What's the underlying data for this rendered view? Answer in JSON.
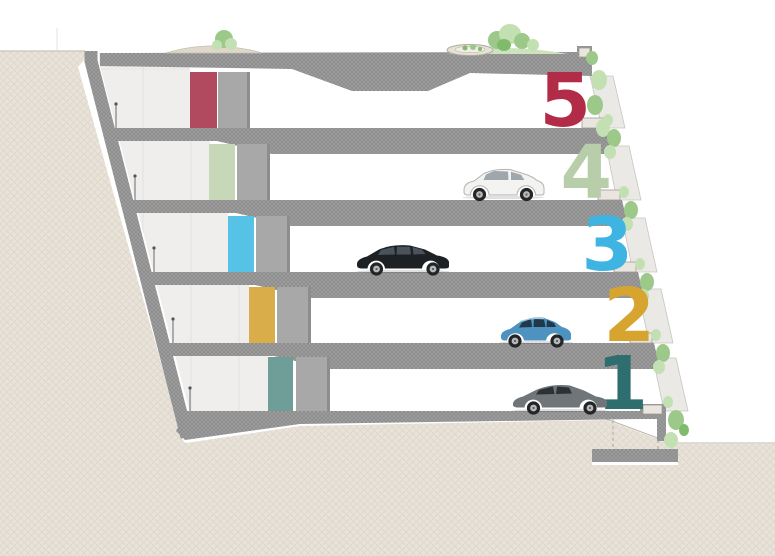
{
  "diagram": {
    "type": "architectural-section",
    "subject": "Hillside multi-storey parking garage cross-section with five stacked parking decks cut into a slope",
    "levels": [
      {
        "number": "5",
        "number_color": "#b22c47",
        "panel_color": "#b24a5f",
        "car": ""
      },
      {
        "number": "4",
        "number_color": "#b8cdaa",
        "panel_color": "#c6d8b8",
        "car": "white SUV",
        "car_color": "#f3f3f1",
        "car_window_color": "#9fa6ac"
      },
      {
        "number": "3",
        "number_color": "#3eb4e2",
        "panel_color": "#56c2e6",
        "car": "black sedan",
        "car_color": "#1e2124",
        "car_window_color": "#4a535b"
      },
      {
        "number": "2",
        "number_color": "#d7a52f",
        "panel_color": "#d9ad4a",
        "car": "blue hatchback",
        "car_color": "#4e93bf",
        "car_window_color": "#203849"
      },
      {
        "number": "1",
        "number_color": "#2f6e6e",
        "panel_color": "#6f9d97",
        "car": "gray fastback",
        "car_color": "#70757a",
        "car_window_color": "#2c3136"
      }
    ],
    "palette": {
      "background": "#ffffff",
      "earth": "#e8e2d8",
      "concrete": "#9e9e9e",
      "wall_face": "#efeeec",
      "facade_band": "#eae9e6",
      "planter_box": "#e9e6df",
      "grass": "#cde3bd",
      "greenery_light": "#c3e0b2",
      "greenery_mid": "#9cc989",
      "greenery_dark": "#7fbb6b",
      "tire": "#232526",
      "rim": "#b7babc"
    }
  }
}
